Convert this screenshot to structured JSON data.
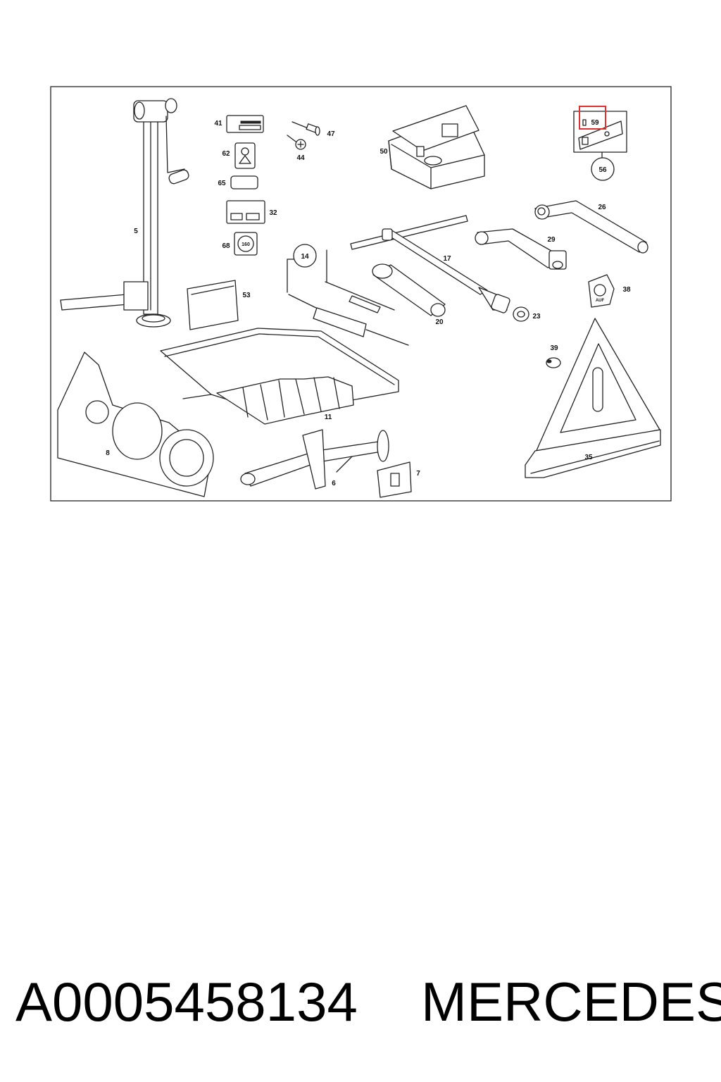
{
  "part_number": "A0005458134",
  "brand": "MERCEDES",
  "highlight_color": "#e03030",
  "highlighted_callout": "59",
  "callouts": {
    "c5": "5",
    "c41": "41",
    "c47": "47",
    "c44": "44",
    "c62": "62",
    "c65": "65",
    "c32": "32",
    "c68": "68",
    "c50": "50",
    "c59": "59",
    "c56": "56",
    "c26": "26",
    "c29": "29",
    "c14": "14",
    "c17": "17",
    "c53": "53",
    "c20": "20",
    "c23": "23",
    "c38": "38",
    "c39": "39",
    "c11": "11",
    "c8": "8",
    "c6": "6",
    "c7": "7",
    "c35": "35"
  },
  "sticker_texts": {
    "auf": "AUF",
    "speed": "160"
  }
}
